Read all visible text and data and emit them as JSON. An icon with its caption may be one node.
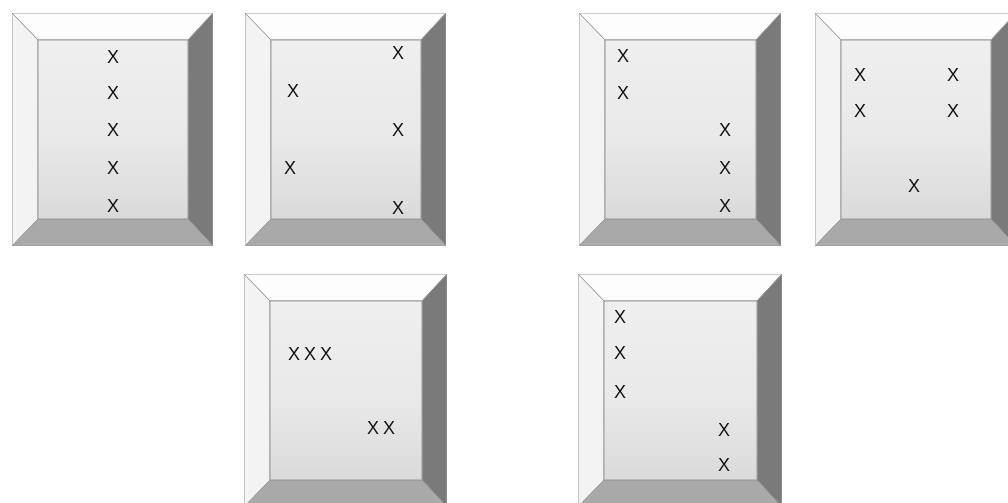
{
  "diagram": {
    "nodes": [
      {
        "text": [
          "X",
          "X",
          "X",
          "X",
          "X"
        ]
      },
      {
        "text": [
          "X",
          "X",
          "X",
          "X",
          "X"
        ]
      },
      {
        "text": [
          "X",
          "X",
          "X",
          "X",
          "X"
        ]
      },
      {
        "text": [
          "X",
          "X",
          "X",
          "X",
          "X"
        ]
      },
      {
        "text": [
          "XXX",
          "XX"
        ]
      },
      {
        "text": [
          "X",
          "X",
          "X",
          "X",
          "X"
        ]
      }
    ]
  }
}
